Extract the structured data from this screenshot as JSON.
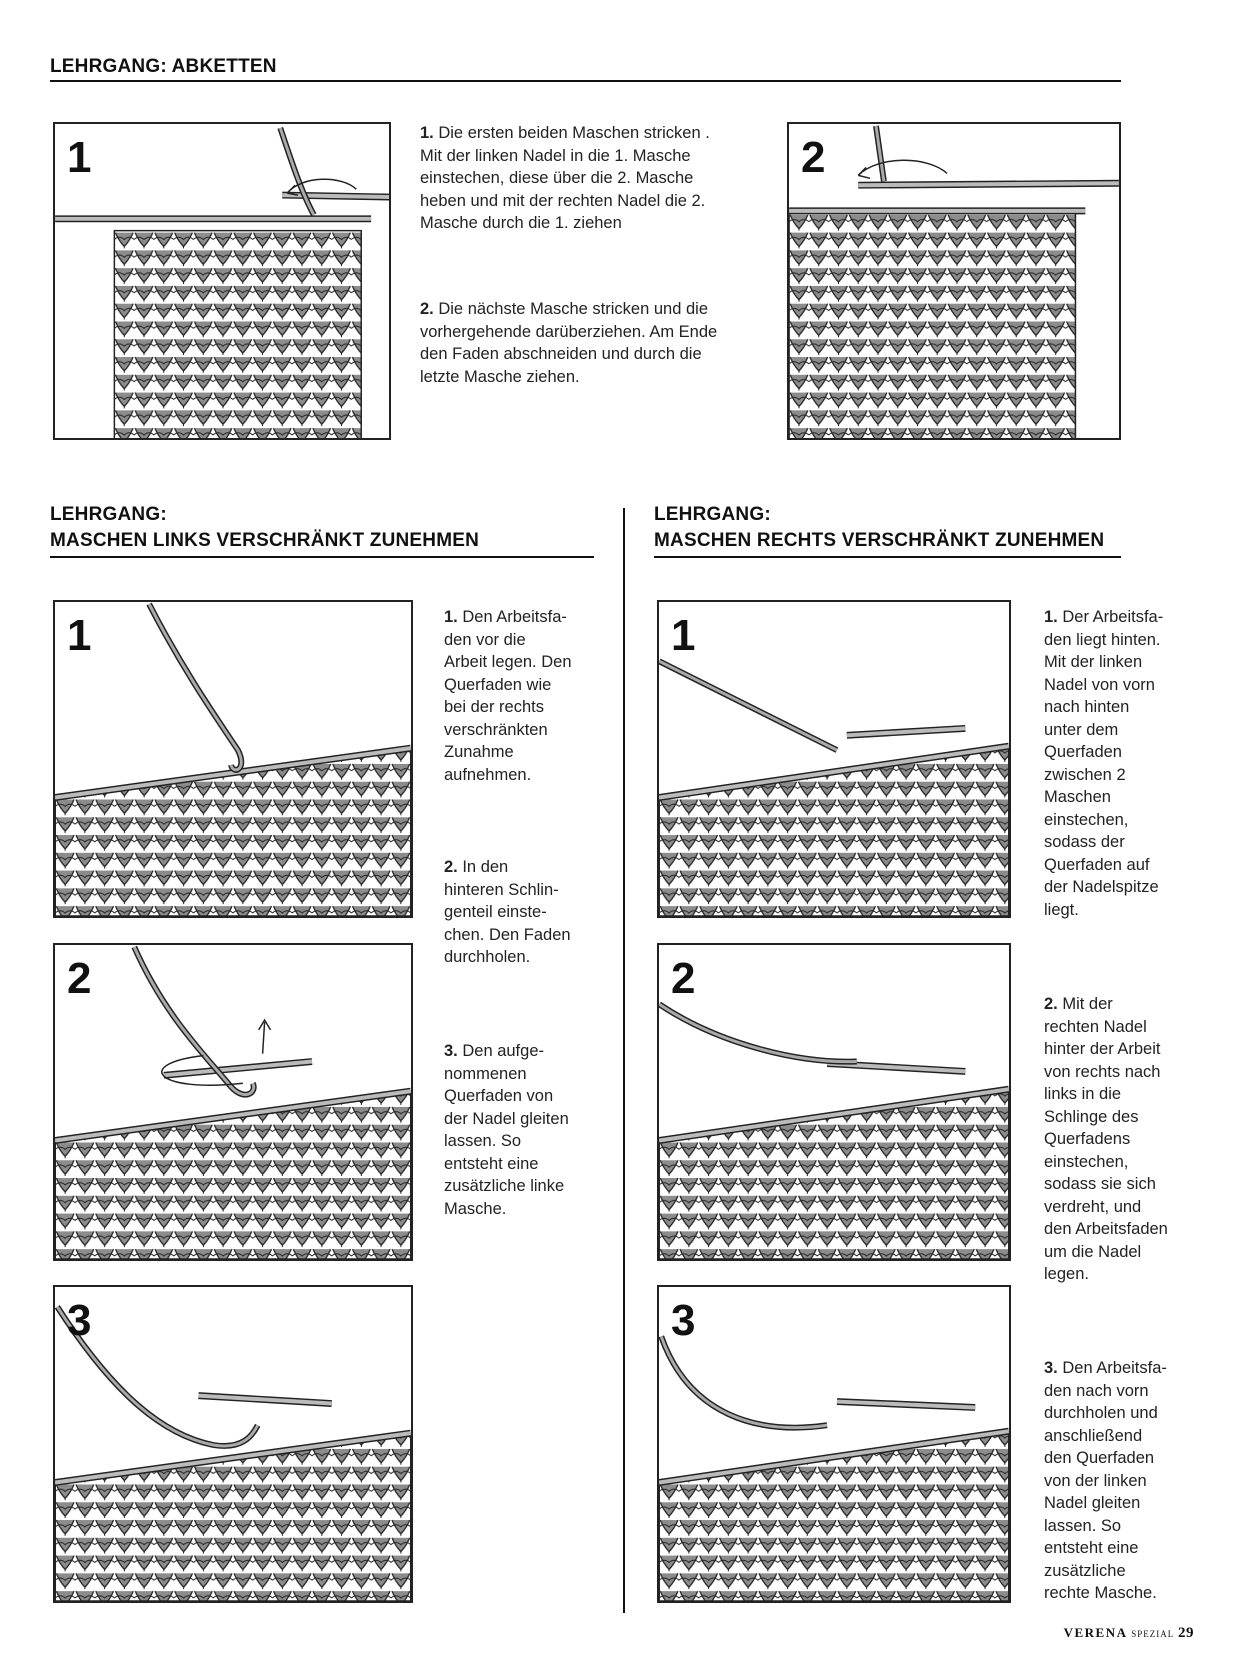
{
  "sections": {
    "abketten": {
      "title": "LEHRGANG: ABKETTEN"
    },
    "links": {
      "title_line1": "LEHRGANG:",
      "title_line2": "MASCHEN LINKS VERSCHRÄNKT ZUNEHMEN"
    },
    "rechts": {
      "title_line1": "LEHRGANG:",
      "title_line2": "MASCHEN RECHTS VERSCHRÄNKT ZUNEHMEN"
    }
  },
  "abketten_panels": [
    "1",
    "2"
  ],
  "abketten_steps": [
    {
      "num": "1.",
      "text": " Die ersten beiden Maschen stricken .\nMit der linken Nadel in die 1. Masche\neinstechen, diese über die 2. Masche\nheben und mit der rechten Nadel die 2.\nMasche durch die 1. ziehen"
    },
    {
      "num": "2.",
      "text": " Die nächste Masche stricken und die\nvorhergehende darüberziehen. Am Ende\nden Faden abschneiden und durch die\nletzte Masche ziehen."
    }
  ],
  "links_panels": [
    "1",
    "2",
    "3"
  ],
  "links_steps": [
    {
      "num": "1.",
      "text": " Den Arbeitsfa-\nden vor die\nArbeit legen. Den\nQuerfaden wie\nbei der rechts\nverschränkten\nZunahme\naufnehmen."
    },
    {
      "num": "2.",
      "text": " In den\nhinteren Schlin-\ngenteil einste-\nchen. Den Faden\ndurchholen."
    },
    {
      "num": "3.",
      "text": " Den aufge-\nnommenen\nQuerfaden von\nder Nadel gleiten\nlassen. So\nentsteht eine\nzusätzliche linke\nMasche."
    }
  ],
  "rechts_panels": [
    "1",
    "2",
    "3"
  ],
  "rechts_steps": [
    {
      "num": "1.",
      "text": " Der Arbeitsfa-\nden liegt hinten.\nMit der linken\nNadel von vorn\nnach hinten\nunter dem\nQuerfaden\nzwischen 2\nMaschen\neinstechen,\nsodass der\nQuerfaden auf\nder Nadelspitze\nliegt."
    },
    {
      "num": "2.",
      "text": " Mit der\nrechten Nadel\nhinter der Arbeit\nvon rechts nach\nlinks in die\nSchlinge des\nQuerfadens\neinstechen,\nsodass sie sich\nverdreht, und\nden Arbeitsfaden\num die Nadel\nlegen."
    },
    {
      "num": "3.",
      "text": " Den Arbeitsfa-\nden nach vorn\ndurchholen und\nanschließend\nden Querfaden\nvon der linken\nNadel gleiten\nlassen. So\nentsteht eine\nzusätzliche\nrechte Masche."
    }
  ],
  "footer": {
    "brand": "VERENA",
    "sub": "SPEZIAL",
    "page": "29"
  }
}
